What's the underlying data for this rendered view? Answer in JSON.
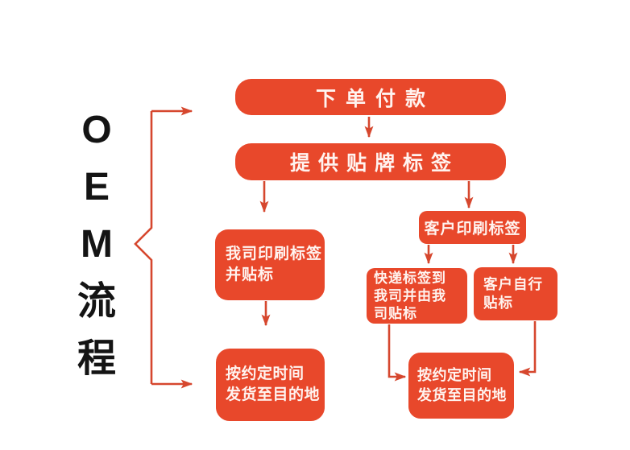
{
  "colors": {
    "node_fill": "#e8482b",
    "node_text": "#fff3ef",
    "arrow": "#d6472e",
    "title_text": "#141414",
    "background": "#ffffff"
  },
  "title": {
    "text": "OEM流程",
    "letters": [
      "O",
      "E",
      "M",
      "流",
      "程"
    ]
  },
  "nodes": {
    "order_payment": {
      "label": "下单付款"
    },
    "provide_labels": {
      "label": "提供贴牌标签"
    },
    "we_print": {
      "lines": [
        "我司印刷标签",
        "并贴标"
      ]
    },
    "customer_print": {
      "label": "客户印刷标签"
    },
    "express_to_us": {
      "lines": [
        "快递标签到",
        "我司并由我",
        "司贴标"
      ]
    },
    "customer_self": {
      "lines": [
        "客户自行",
        "贴标"
      ]
    },
    "ship_left": {
      "lines": [
        "按约定时间",
        "发货至目的地"
      ]
    },
    "ship_right": {
      "lines": [
        "按约定时间",
        "发货至目的地"
      ]
    }
  }
}
